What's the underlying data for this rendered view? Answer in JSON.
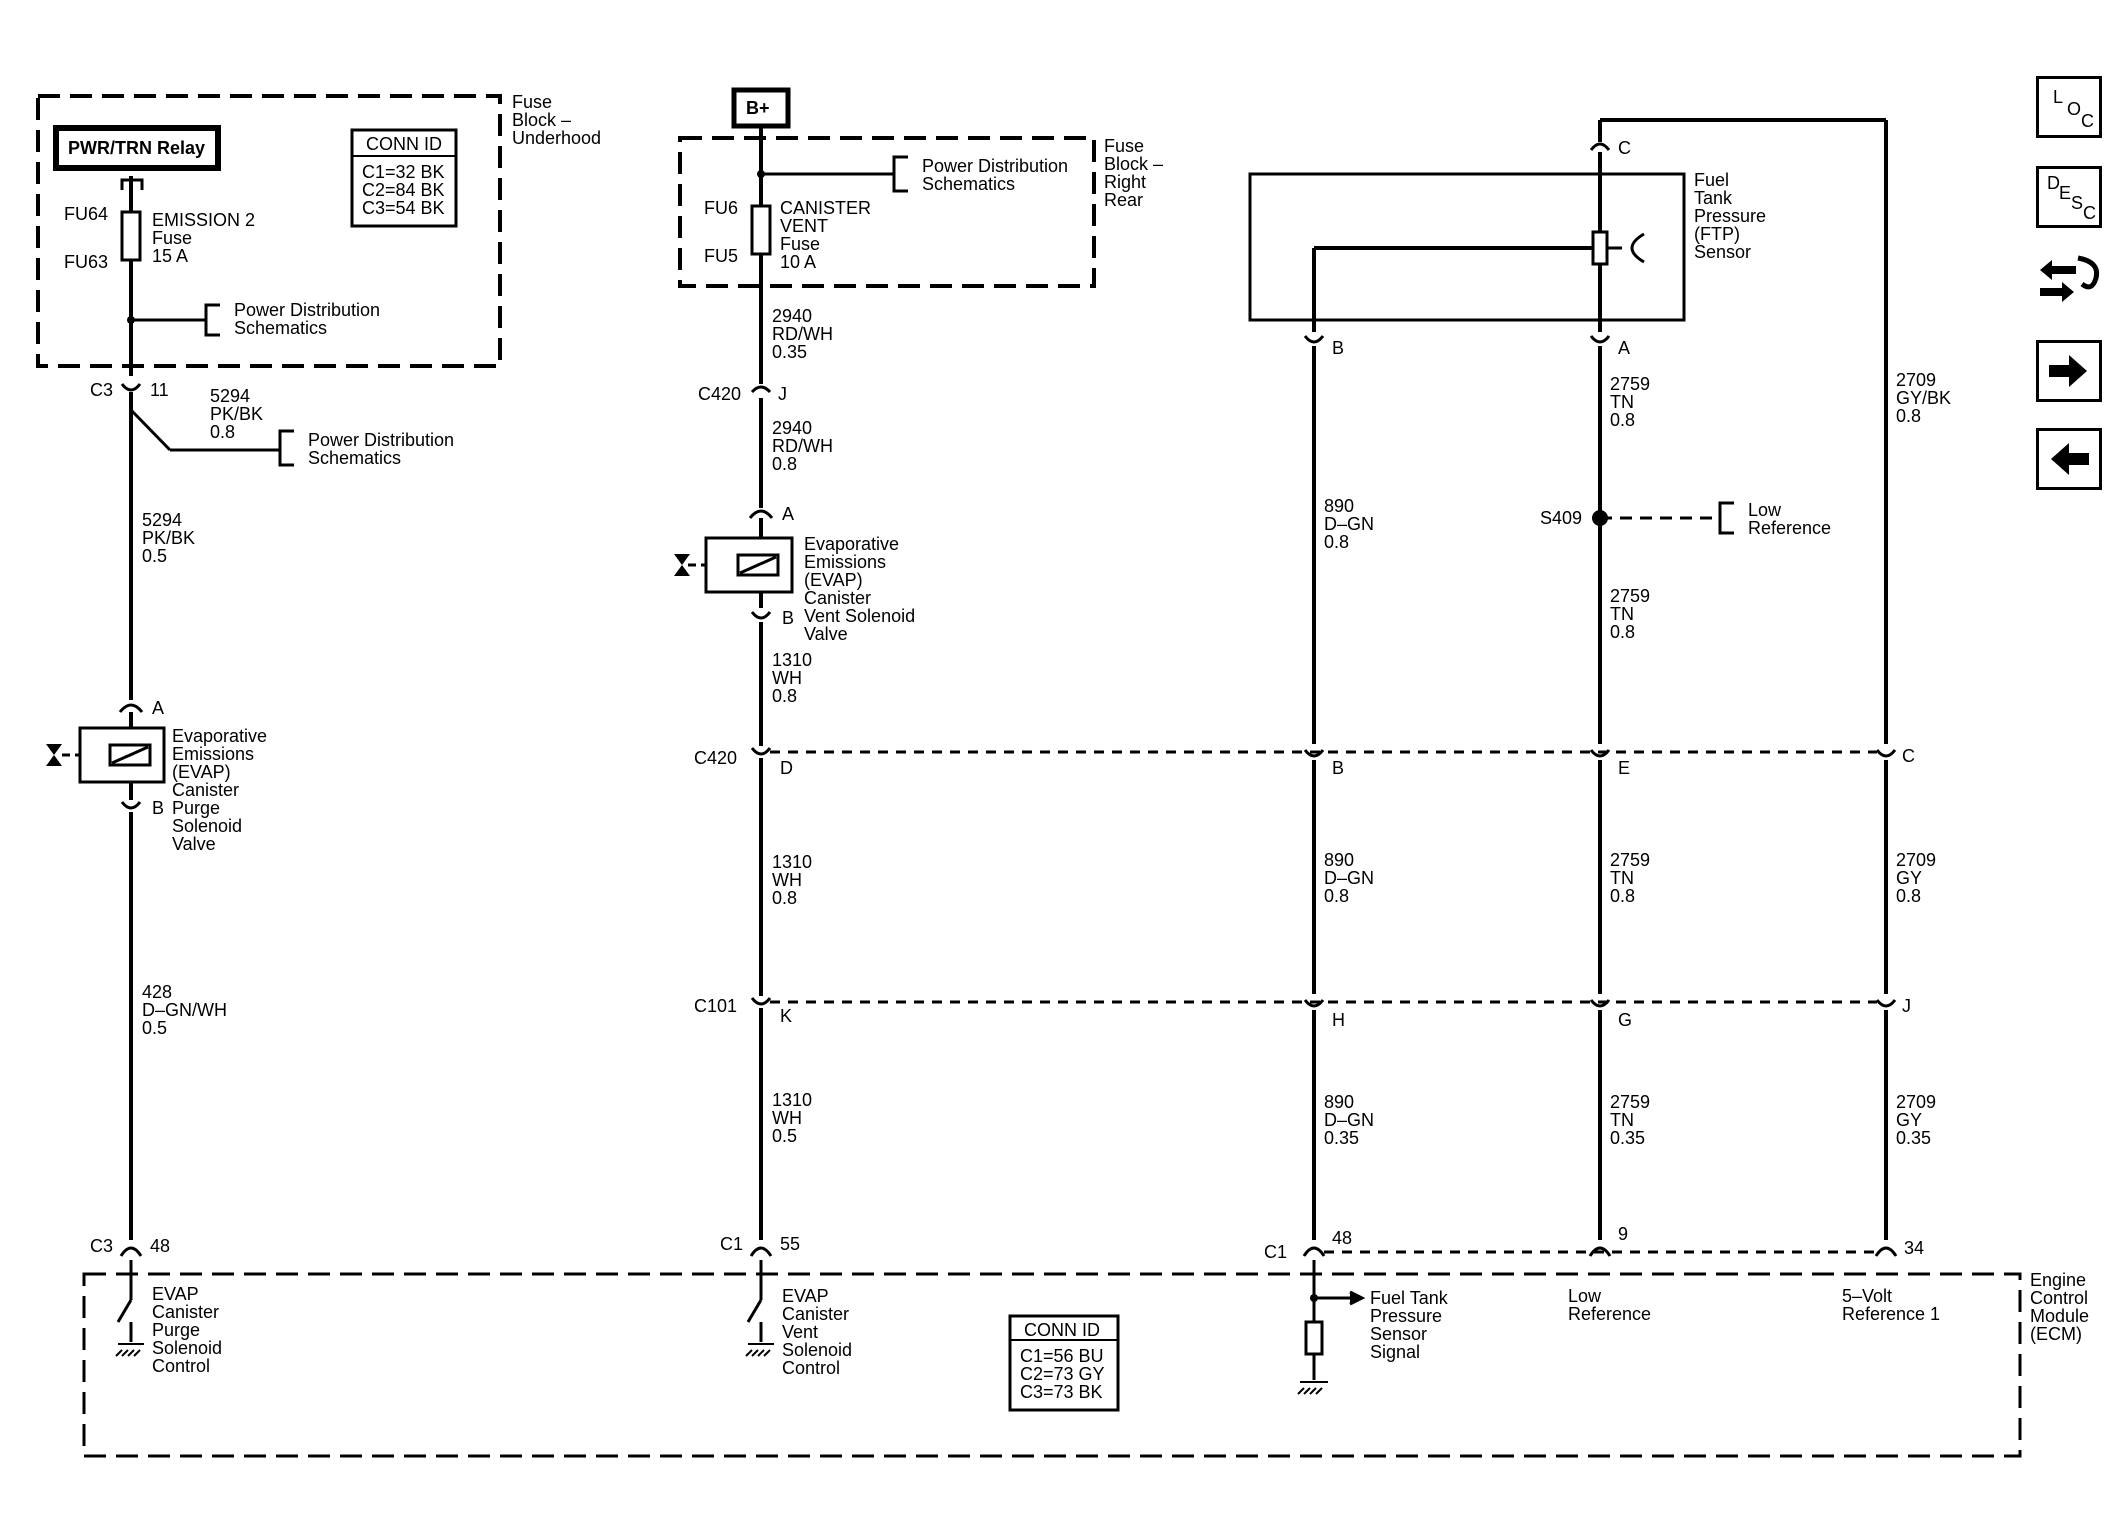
{
  "relay": {
    "label": "PWR/TRN Relay"
  },
  "fuse_block_underhood": {
    "label": [
      "Fuse",
      "Block –",
      "Underhood"
    ]
  },
  "fuse_block_right_rear": {
    "label": [
      "Fuse",
      "Block –",
      "Right",
      "Rear"
    ]
  },
  "conn_id_underhood": {
    "title": "CONN ID",
    "rows": [
      "C1=32 BK",
      "C2=84 BK",
      "C3=54 BK"
    ]
  },
  "conn_id_ecm": {
    "title": "CONN ID",
    "rows": [
      "C1=56 BU",
      "C2=73 GY",
      "C3=73 BK"
    ]
  },
  "battery": {
    "label": "B+"
  },
  "fuse_emission": {
    "top": "FU64",
    "bottom": "FU63",
    "label": [
      "EMISSION 2",
      "Fuse",
      "15 A"
    ]
  },
  "fuse_canister": {
    "top": "FU6",
    "bottom": "FU5",
    "label": [
      "CANISTER",
      "VENT",
      "Fuse",
      "10 A"
    ]
  },
  "power_dist": [
    "Power Distribution",
    "Schematics"
  ],
  "purge_valve": {
    "label": [
      "Evaporative",
      "Emissions",
      "(EVAP)",
      "Canister",
      "Purge",
      "Solenoid",
      "Valve"
    ],
    "pin_a": "A",
    "pin_b": "B"
  },
  "vent_valve": {
    "label": [
      "Evaporative",
      "Emissions",
      "(EVAP)",
      "Canister",
      "Vent Solenoid",
      "Valve"
    ],
    "pin_a": "A",
    "pin_b": "B"
  },
  "ftp_sensor": {
    "label": [
      "Fuel",
      "Tank",
      "Pressure",
      "(FTP)",
      "Sensor"
    ],
    "pin_a": "A",
    "pin_b": "B",
    "pin_c": "C"
  },
  "splice": {
    "id": "S409",
    "label": [
      "Low",
      "Reference"
    ]
  },
  "ecm": {
    "label": [
      "Engine",
      "Control",
      "Module",
      "(ECM)"
    ],
    "purge_control": [
      "EVAP",
      "Canister",
      "Purge",
      "Solenoid",
      "Control"
    ],
    "vent_control": [
      "EVAP",
      "Canister",
      "Vent",
      "Solenoid",
      "Control"
    ],
    "ftp_signal": [
      "Fuel Tank",
      "Pressure",
      "Sensor",
      "Signal"
    ],
    "low_ref": [
      "Low",
      "Reference"
    ],
    "ref_5v": [
      "5–Volt",
      "Reference 1"
    ]
  },
  "connectors": {
    "c3_top": {
      "name": "C3",
      "pin": "11"
    },
    "c3_ecm": {
      "name": "C3",
      "pin": "48"
    },
    "c420_j": {
      "name": "C420",
      "pin": "J"
    },
    "c420_row": {
      "name": "C420",
      "pins": [
        "D",
        "B",
        "E",
        "C"
      ]
    },
    "c101_row": {
      "name": "C101",
      "pins": [
        "K",
        "H",
        "G",
        "J"
      ]
    },
    "c1_ecm": {
      "name": "C1",
      "pins": [
        "55",
        "48",
        "9",
        "34"
      ]
    }
  },
  "wires": {
    "w5294a": [
      "5294",
      "PK/BK",
      "0.8"
    ],
    "w5294b": [
      "5294",
      "PK/BK",
      "0.5"
    ],
    "w428": [
      "428",
      "D–GN/WH",
      "0.5"
    ],
    "w2940a": [
      "2940",
      "RD/WH",
      "0.35"
    ],
    "w2940b": [
      "2940",
      "RD/WH",
      "0.8"
    ],
    "w1310a": [
      "1310",
      "WH",
      "0.8"
    ],
    "w1310b": [
      "1310",
      "WH",
      "0.8"
    ],
    "w1310c": [
      "1310",
      "WH",
      "0.5"
    ],
    "w890a": [
      "890",
      "D–GN",
      "0.8"
    ],
    "w890b": [
      "890",
      "D–GN",
      "0.8"
    ],
    "w890c": [
      "890",
      "D–GN",
      "0.35"
    ],
    "w2759a": [
      "2759",
      "TN",
      "0.8"
    ],
    "w2759b": [
      "2759",
      "TN",
      "0.8"
    ],
    "w2759c": [
      "2759",
      "TN",
      "0.8"
    ],
    "w2759d": [
      "2759",
      "TN",
      "0.35"
    ],
    "w2709a": [
      "2709",
      "GY/BK",
      "0.8"
    ],
    "w2709b": [
      "2709",
      "GY",
      "0.8"
    ],
    "w2709c": [
      "2709",
      "GY",
      "0.35"
    ]
  },
  "nav": {
    "loc": [
      "L",
      "O",
      "C"
    ],
    "desc": [
      "D",
      "E",
      "S",
      "C"
    ],
    "icons": [
      "wiring-harness-icon",
      "arrow-right-icon",
      "arrow-left-icon"
    ]
  }
}
